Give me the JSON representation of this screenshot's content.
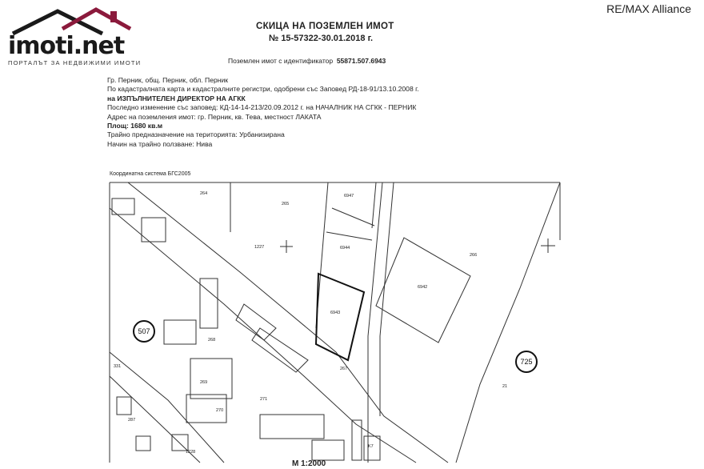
{
  "brand": {
    "name_part1": "imoti",
    "name_part2": ".net",
    "tagline": "ПОРТАЛЪТ ЗА НЕДВИЖИМИ ИМОТИ",
    "accent_color": "#8b1a3c"
  },
  "agency": "RE/MAX Alliance",
  "document": {
    "title": "СКИЦА НА ПОЗЕМЛЕН ИМОТ",
    "number": "№ 15-57322-30.01.2018 г.",
    "ident_label": "Поземлен имот с идентификатор",
    "ident_value": "55871.507.6943",
    "lines": [
      "Гр. Перник, общ. Перник, обл. Перник",
      "По кадастралната карта и кадастралните регистри, одобрени със Заповед РД-18-91/13.10.2008 г.",
      "на ИЗПЪЛНИТЕЛЕН ДИРЕКТОР НА АГКК",
      "Последно изменение със заповед: КД-14-14-213/20.09.2012 г. на НАЧАЛНИК НА СГКК - ПЕРНИК",
      "Адрес на поземления имот: гр. Перник, кв. Тева, местност ЛАКАТА",
      "Площ: 1680 кв.м",
      "Трайно предназначение на територията: Урбанизирана",
      "Начин на трайно ползване: Нива"
    ],
    "coord_system": "Координатна система БГС2005",
    "scale": "М 1:2000"
  },
  "map": {
    "parcels": [
      "264",
      "265",
      "6947",
      "6944",
      "6943",
      "266",
      "6942",
      "268",
      "267",
      "269",
      "270",
      "271",
      "21",
      "287",
      "1227",
      "1228",
      "331",
      "K7"
    ],
    "circles": [
      "507",
      "725"
    ]
  }
}
